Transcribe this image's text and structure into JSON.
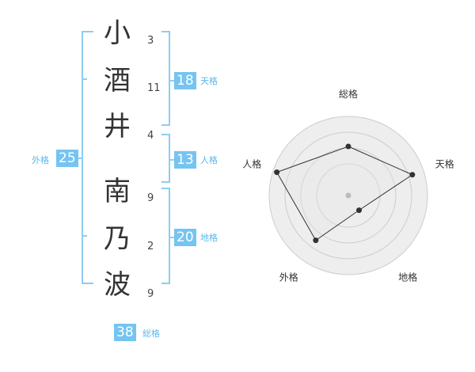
{
  "name": {
    "surname": [
      {
        "char": "小",
        "strokes": "3"
      },
      {
        "char": "酒",
        "strokes": "11"
      },
      {
        "char": "井",
        "strokes": "4"
      }
    ],
    "given": [
      {
        "char": "南",
        "strokes": "9"
      },
      {
        "char": "乃",
        "strokes": "2"
      },
      {
        "char": "波",
        "strokes": "9"
      }
    ]
  },
  "kakusu": {
    "tenkaku": {
      "value": "18",
      "label": "天格"
    },
    "jinkaku": {
      "value": "13",
      "label": "人格"
    },
    "chikaku": {
      "value": "20",
      "label": "地格"
    },
    "gaikaku": {
      "value": "25",
      "label": "外格"
    },
    "soukaku": {
      "value": "38",
      "label": "総格"
    }
  },
  "radar": {
    "axes": [
      "総格",
      "天格",
      "地格",
      "外格",
      "人格"
    ],
    "levels": [
      0.62,
      0.85,
      0.23,
      0.7,
      0.95
    ],
    "colors": {
      "fill": "#eeeeee",
      "grid": "#cccccc",
      "line": "#333333",
      "point": "#333333",
      "center": "#bbbbbb"
    }
  },
  "colors": {
    "accent": "#75c4f2",
    "bracket": "#8ecdf2"
  }
}
